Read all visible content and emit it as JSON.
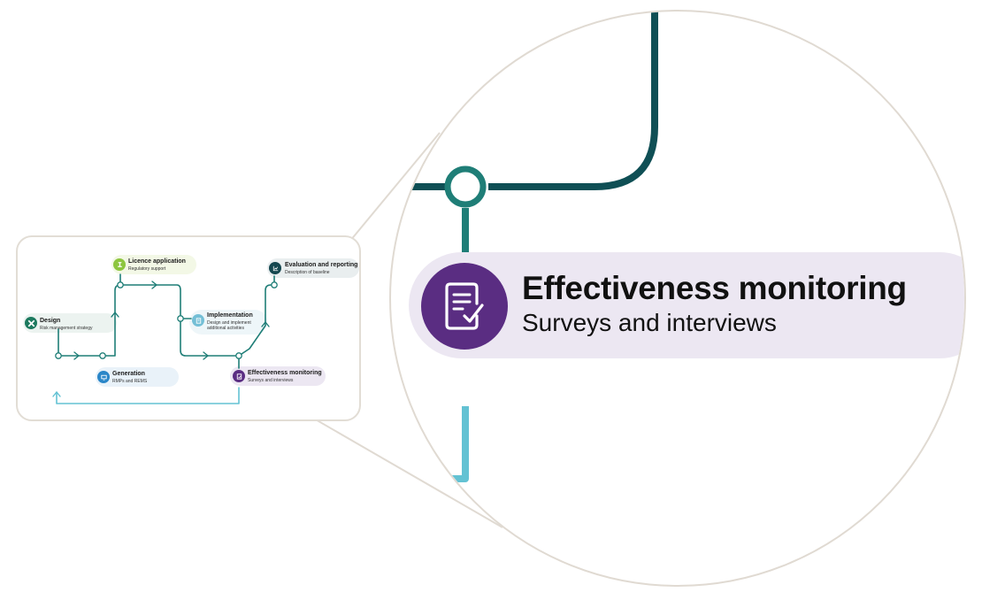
{
  "colors": {
    "dark_teal": "#0f4f55",
    "teal": "#1f7e77",
    "light_blue": "#63c2d3",
    "purple": "#5a2d82",
    "lime": "#8dc63f",
    "design_green": "#1d7a5f",
    "generation_blue": "#2a86c8",
    "implementation_blue": "#74bfd6",
    "evaluation_dark": "#15474f",
    "loupe_border": "#e0dad2",
    "purple_pill": "#ece7f2"
  },
  "diagram": {
    "nodes": [
      {
        "id": "design",
        "title": "Design",
        "subtitle": "Risk management strategy",
        "icon": "x-mark-icon"
      },
      {
        "id": "licence",
        "title": "Licence application",
        "subtitle": "Regulatory support",
        "icon": "stamp-icon"
      },
      {
        "id": "generation",
        "title": "Generation",
        "subtitle": "RMPs and REMS",
        "icon": "monitor-icon"
      },
      {
        "id": "implementation",
        "title": "Implementation",
        "subtitle": "Design and implement additional activities",
        "icon": "edit-document-icon"
      },
      {
        "id": "effectiveness",
        "title": "Effectiveness monitoring",
        "subtitle": "Surveys and interviews",
        "icon": "checklist-document-icon"
      },
      {
        "id": "evaluation",
        "title": "Evaluation and reporting",
        "subtitle": "Description of baseline",
        "icon": "line-chart-icon"
      }
    ],
    "edges": [
      [
        "design",
        "generation"
      ],
      [
        "generation",
        "licence"
      ],
      [
        "licence",
        "implementation"
      ],
      [
        "implementation",
        "effectiveness"
      ],
      [
        "effectiveness",
        "evaluation"
      ],
      [
        "effectiveness",
        "design"
      ]
    ]
  },
  "zoom": {
    "title": "Effectiveness monitoring",
    "subtitle": "Surveys and interviews",
    "icon": "checklist-document-icon"
  }
}
